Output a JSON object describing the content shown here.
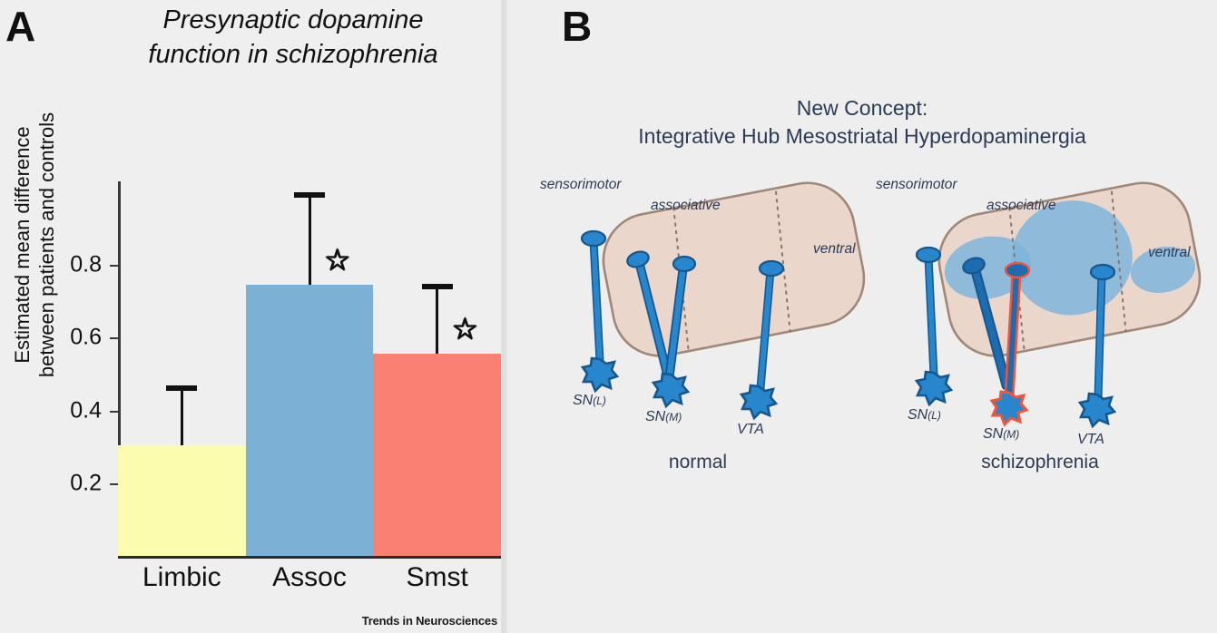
{
  "figure": {
    "background": "#efefef",
    "watermark": "Trends in Neurosciences"
  },
  "panel_a": {
    "letter": "A",
    "title_line1": "Presynaptic dopamine",
    "title_line2": "function in schizophrenia",
    "ylabel_line1": "Estimated mean difference",
    "ylabel_line2": "between  patients and controls",
    "star_symbol": "☆",
    "colors": {
      "limbic": "#FCFCAF",
      "assoc": "#7DB0D5",
      "smst": "#F98072",
      "axis": "#2b2b2b",
      "error": "#111111"
    }
  },
  "chart_data": {
    "type": "bar",
    "title": "Presynaptic dopamine function in schizophrenia",
    "xlabel": "",
    "ylabel": "Estimated mean difference between patients and controls",
    "categories": [
      "Limbic",
      "Assoc",
      "Smst"
    ],
    "values": [
      0.305,
      0.745,
      0.555
    ],
    "error_upper": [
      0.47,
      1.0,
      0.747
    ],
    "significance": [
      "",
      "☆",
      "☆"
    ],
    "bar_colors": [
      "#FCFCAF",
      "#7DB0D5",
      "#F98072"
    ],
    "ylim": [
      0,
      1.03
    ],
    "yticks": [
      0.2,
      0.4,
      0.6,
      0.8
    ],
    "ytick_labels": [
      "0.2",
      "0.4",
      "0.6",
      "0.8"
    ],
    "grid": false,
    "legend": "none"
  },
  "panel_b": {
    "letter": "B",
    "title_line1": "New Concept:",
    "title_line2": "Integrative Hub Mesostriatal Hyperdopaminergia",
    "colors": {
      "striatum_fill": "#EBD6CC",
      "striatum_stroke": "#A08878",
      "neuron_fill": "#2786CC",
      "neuron_stroke": "#15578F",
      "hyperdopamine_blob": "#7FB5DC",
      "sn_m_highlight": "#F4533C",
      "title_text": "#2b3b57"
    },
    "diagrams": [
      {
        "caption": "normal",
        "zone_labels": [
          "sensorimotor",
          "associative",
          "ventral"
        ],
        "cell_labels": [
          {
            "main": "SN",
            "sub": "(L)"
          },
          {
            "main": "SN",
            "sub": "(M)"
          },
          {
            "main": "VTA",
            "sub": ""
          }
        ]
      },
      {
        "caption": "schizophrenia",
        "zone_labels": [
          "sensorimotor",
          "associative",
          "ventral"
        ],
        "cell_labels": [
          {
            "main": "SN",
            "sub": "(L)"
          },
          {
            "main": "SN",
            "sub": "(M)"
          },
          {
            "main": "VTA",
            "sub": ""
          }
        ]
      }
    ]
  }
}
